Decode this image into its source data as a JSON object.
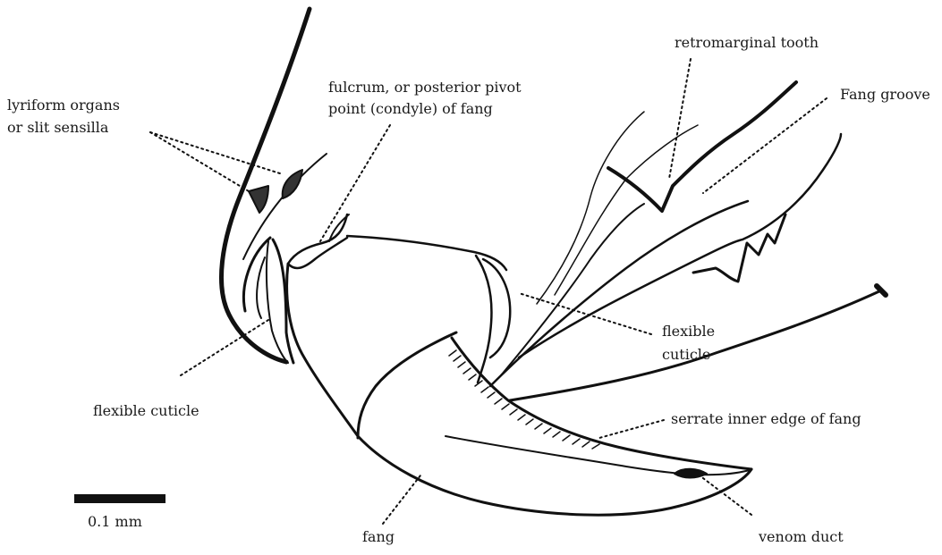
{
  "labels": {
    "lyriform": [
      "lyriform organs",
      "or slit sensilla"
    ],
    "fulcrum": [
      "fulcrum, or posterior pivot",
      "point (condyle) of fang"
    ],
    "retromarginal": "retromarginal tooth",
    "fang_groove": "Fang groove",
    "flexible_right": [
      "flexible",
      "cuticle"
    ],
    "flexible_left": "flexible cuticle",
    "serrate": "serrate inner edge of fang",
    "fang": "fang",
    "venom_duct": "venom duct",
    "scale": "0.1 mm"
  },
  "colors": {
    "ink": "#111111",
    "text": "#1a1a1a",
    "background": "#ffffff"
  }
}
